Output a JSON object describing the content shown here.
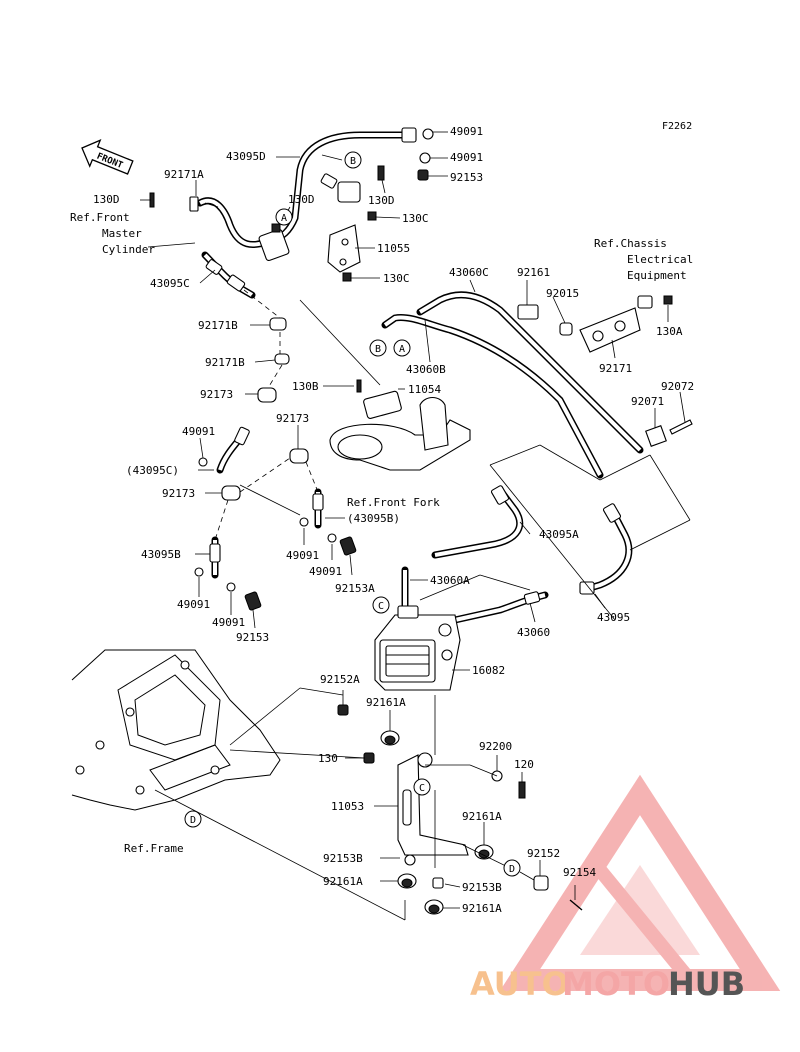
{
  "diagram_code": "F2262",
  "front_label": "FRONT",
  "labels": {
    "p49091_a": "49091",
    "p43095D": "43095D",
    "p49091_b": "49091",
    "p92153_a": "92153",
    "p92171A": "92171A",
    "p130D_a": "130D",
    "p130D_b": "130D",
    "p130D_c": "130D",
    "p130C_a": "130C",
    "p11055": "11055",
    "p130C_b": "130C",
    "p43095C": "43095C",
    "p43060C": "43060C",
    "p92161_top": "92161",
    "p92015": "92015",
    "p43060B": "43060B",
    "p92171": "92171",
    "p130A": "130A",
    "p92171B_a": "92171B",
    "p92171B_b": "92171B",
    "p92173_a": "92173",
    "p130B": "130B",
    "p11054": "11054",
    "p92173_b": "92173",
    "p49091_c": "49091",
    "p43095C_paren": "(43095C)",
    "p92173_c": "92173",
    "p92072": "92072",
    "p92071": "92071",
    "p43095B_paren": "(43095B)",
    "p43095A": "43095A",
    "p43095B": "43095B",
    "p49091_d": "49091",
    "p49091_e": "49091",
    "p92153A": "92153A",
    "p43060A": "43060A",
    "p49091_f": "49091",
    "p49091_g": "49091",
    "p92153_b": "92153",
    "p43095": "43095",
    "p43060": "43060",
    "p16082": "16082",
    "p92152A": "92152A",
    "p92161A_a": "92161A",
    "p92200": "92200",
    "p130": "130",
    "p120": "120",
    "p11053": "11053",
    "p92161A_b": "92161A",
    "p92152": "92152",
    "p92154": "92154",
    "p92153B_a": "92153B",
    "p92161A_c": "92161A",
    "p92153B_b": "92153B",
    "p92161A_d": "92161A"
  },
  "references": {
    "front_master_cylinder": [
      "Ref.Front",
      "Master",
      "Cylinder"
    ],
    "chassis_electrical": [
      "Ref.Chassis",
      "Electrical",
      "Equipment"
    ],
    "front_fork": "Ref.Front Fork",
    "frame": "Ref.Frame"
  },
  "callouts": {
    "A1": "A",
    "B1": "B",
    "A2": "A",
    "B2": "B",
    "C1": "C",
    "C2": "C",
    "D1": "D",
    "D2": "D"
  },
  "watermark": {
    "part1": "AUTO",
    "part2": "MOTO",
    "part3": "HUB",
    "color_primary": "#f4a6a6",
    "color_secondary": "#f7c18e",
    "color_dark": "#444444"
  }
}
